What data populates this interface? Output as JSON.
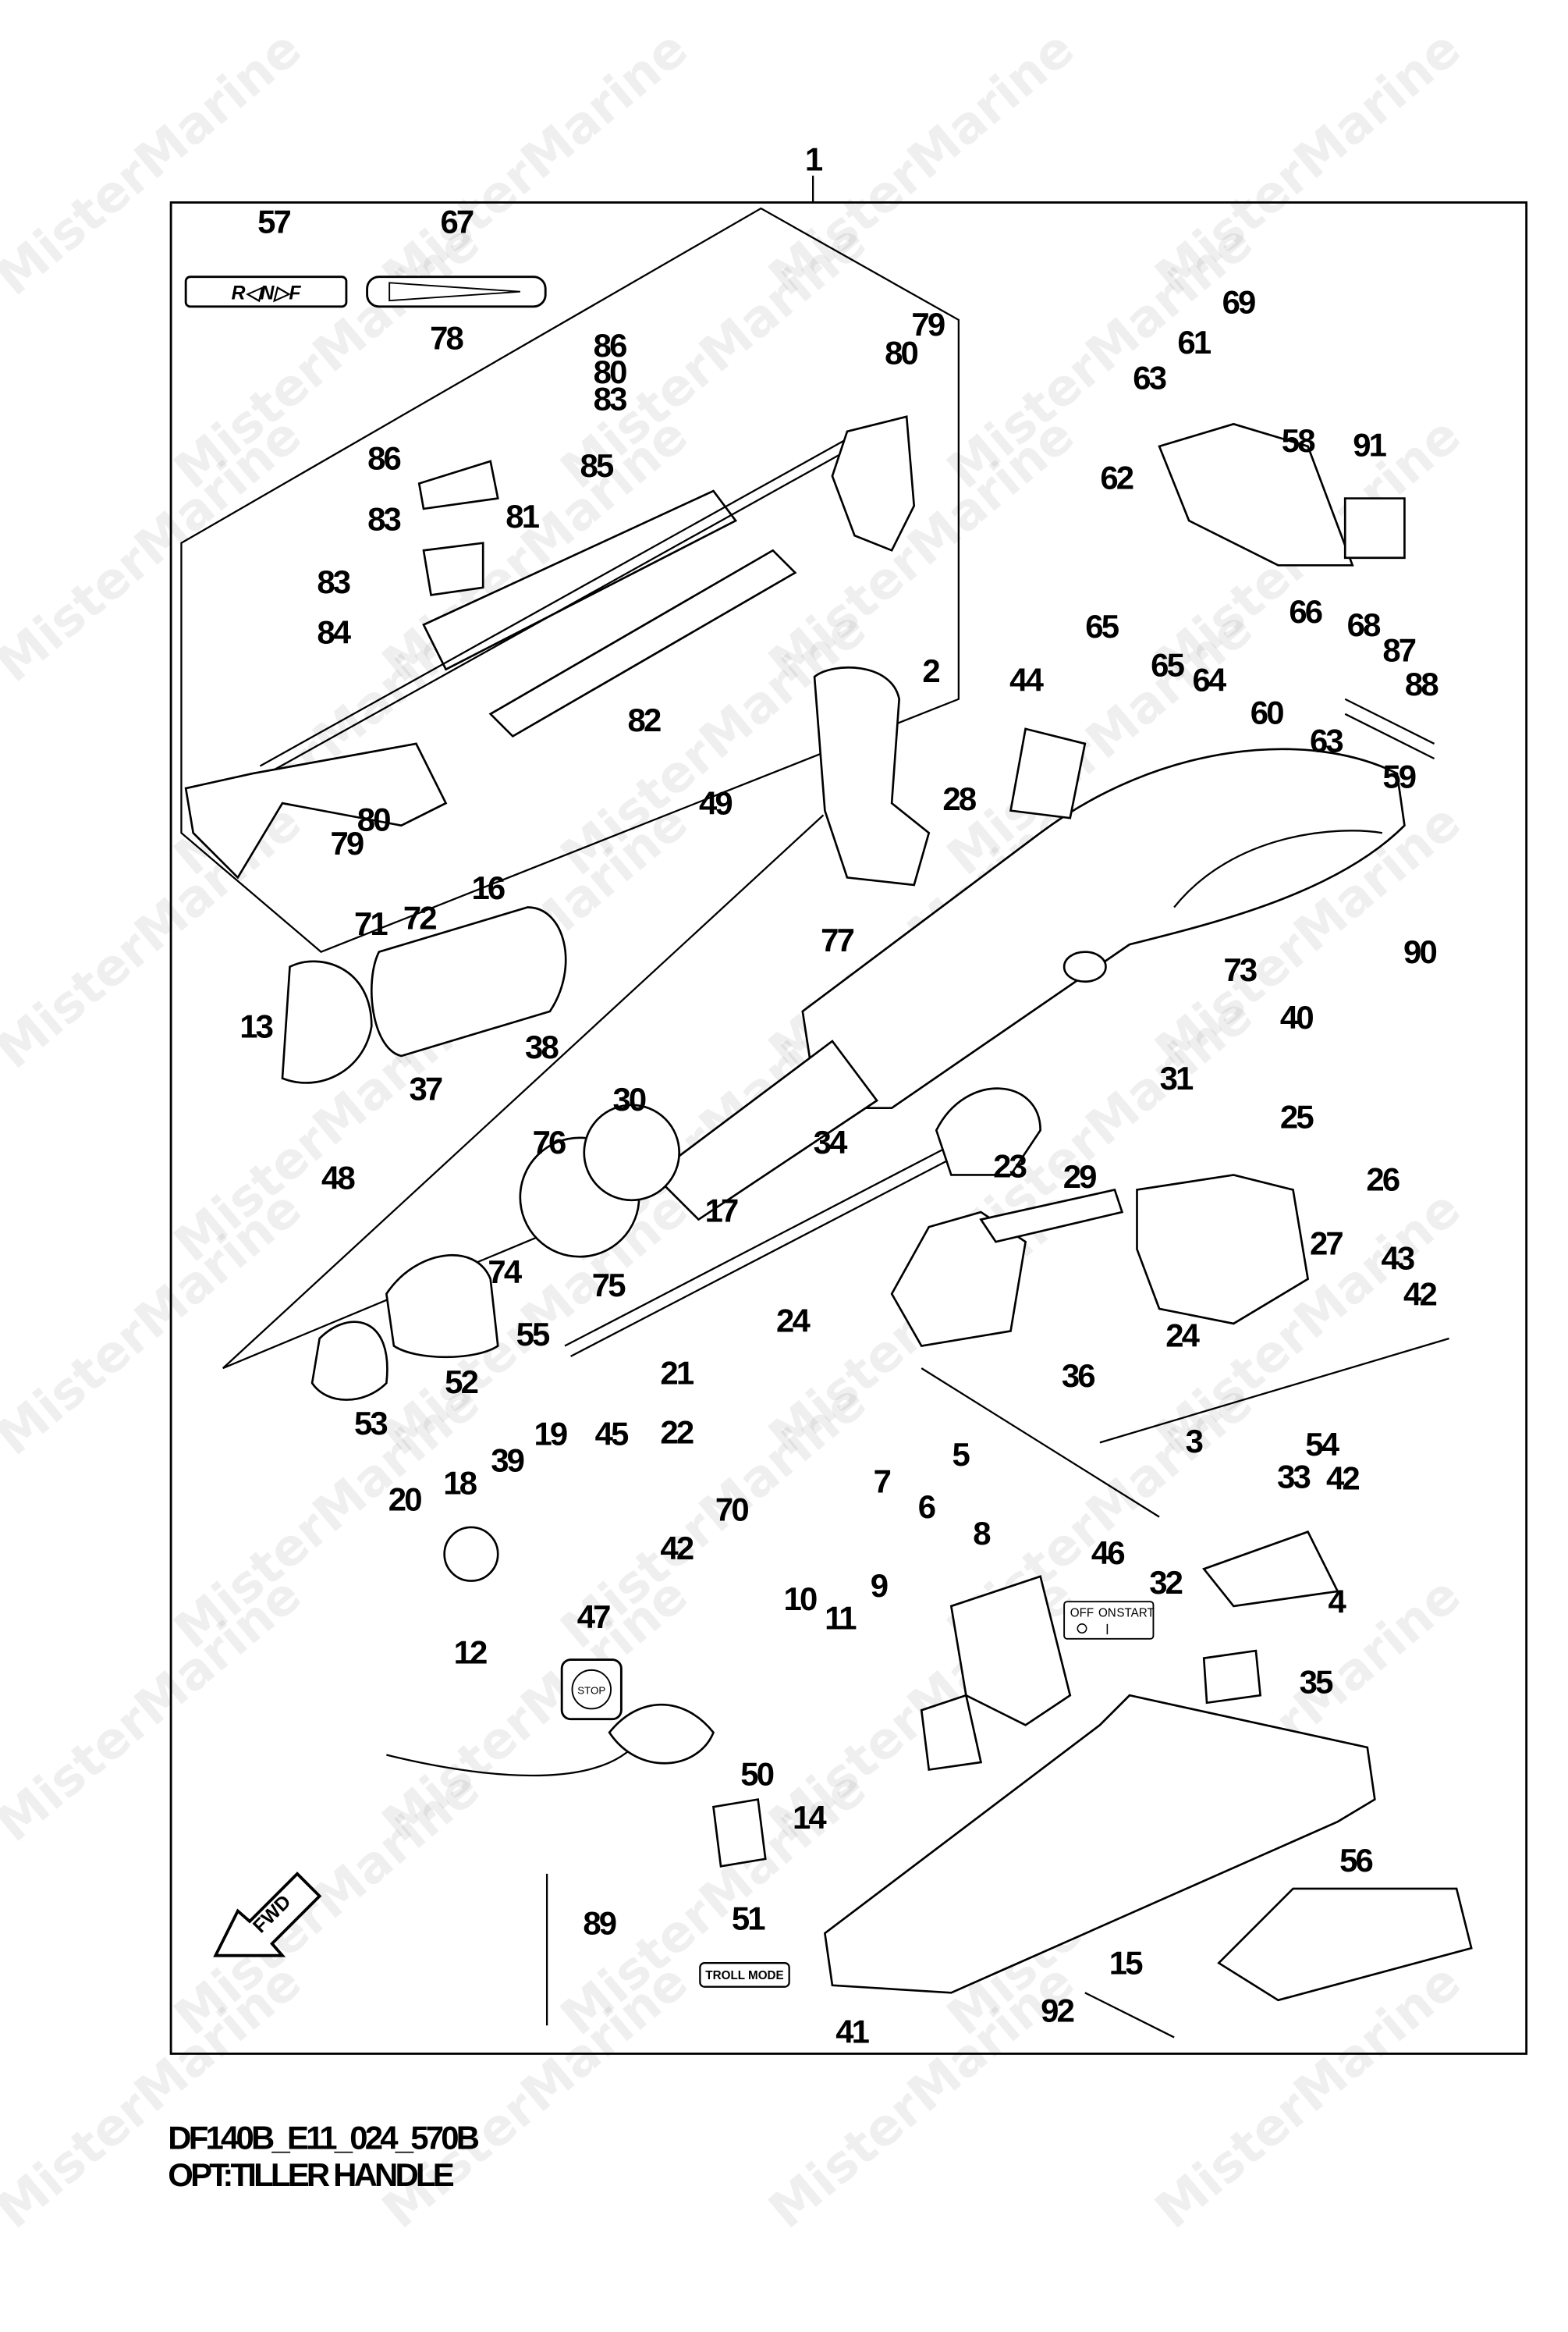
{
  "watermark": "MisterMarine",
  "diagram": {
    "code": "DF140B_E11_024_570B",
    "title": "OPT:TILLER HANDLE",
    "decals": {
      "shift_plate": "R◁N▷F",
      "switch_plate": {
        "off": "OFF",
        "on": "ON",
        "start": "START"
      },
      "stop_button": "STOP",
      "troll_mode": "TROLL MODE",
      "fwd_arrow": "FWD"
    },
    "part_labels": [
      "1",
      "57",
      "67",
      "78",
      "86",
      "80",
      "83",
      "79",
      "80",
      "86",
      "85",
      "83",
      "81",
      "83",
      "84",
      "82",
      "2",
      "44",
      "28",
      "49",
      "80",
      "79",
      "16",
      "71",
      "72",
      "13",
      "38",
      "37",
      "48",
      "77",
      "31",
      "73",
      "40",
      "25",
      "26",
      "27",
      "43",
      "42",
      "30",
      "76",
      "34",
      "23",
      "29",
      "17",
      "74",
      "75",
      "55",
      "24",
      "24",
      "52",
      "53",
      "21",
      "22",
      "45",
      "36",
      "3",
      "54",
      "42",
      "33",
      "19",
      "39",
      "18",
      "20",
      "70",
      "42",
      "5",
      "7",
      "6",
      "8",
      "9",
      "10",
      "11",
      "46",
      "32",
      "4",
      "12",
      "47",
      "35",
      "50",
      "14",
      "56",
      "51",
      "89",
      "15",
      "92",
      "41",
      "61",
      "69",
      "63",
      "62",
      "58",
      "91",
      "65",
      "65",
      "64",
      "66",
      "68",
      "87",
      "88",
      "60",
      "63",
      "59",
      "90"
    ]
  }
}
